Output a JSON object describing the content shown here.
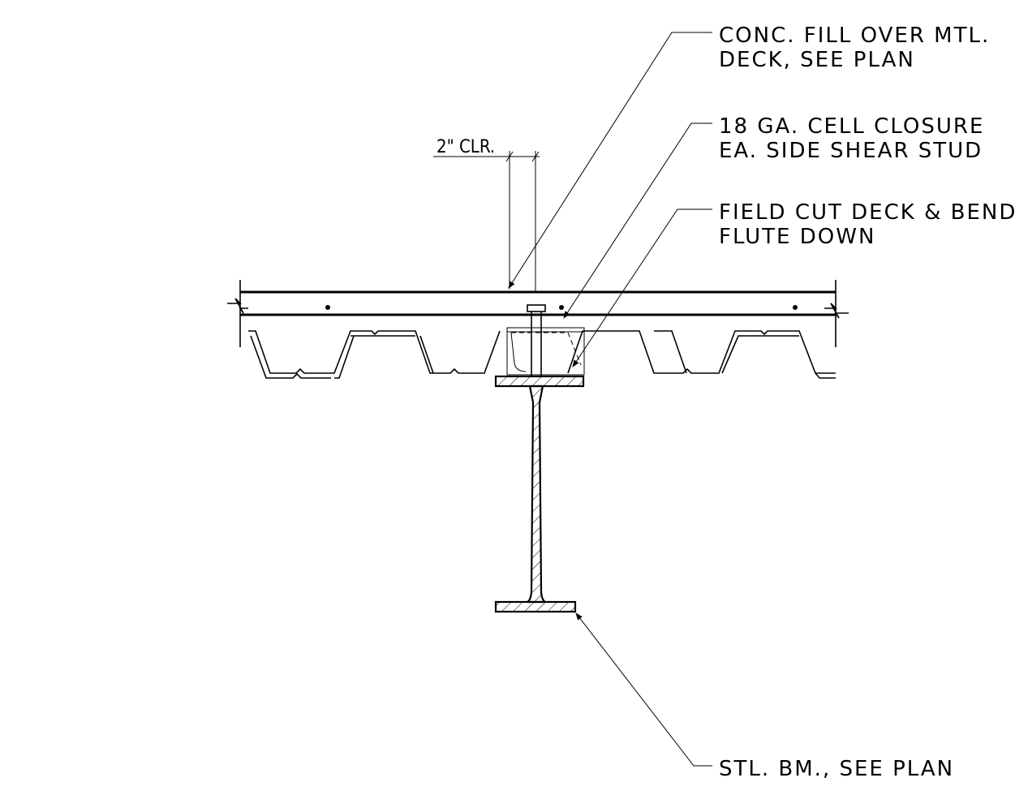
{
  "notes": {
    "conc_fill": {
      "line1": "CONC. FILL OVER MTL.",
      "line2": "DECK, SEE PLAN"
    },
    "cell_closure": {
      "line1": "18 GA. CELL CLOSURE",
      "line2": "EA. SIDE SHEAR STUD"
    },
    "field_cut": {
      "line1": "FIELD CUT DECK & BEND",
      "line2": "FLUTE DOWN"
    },
    "steel_beam": {
      "line1": "STL. BM., SEE PLAN"
    }
  },
  "dimension": {
    "label": "2\" CLR."
  },
  "colors": {
    "line": "#000000",
    "background": "#ffffff"
  }
}
